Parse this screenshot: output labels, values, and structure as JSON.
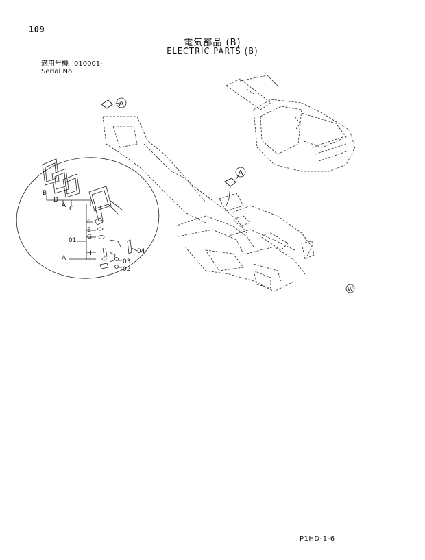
{
  "header": {
    "page_number": "109",
    "title_jp": "電気部品 (B)",
    "title_en": "ELECTRIC PARTS (B)",
    "serial_label_jp": "適用号機",
    "serial_value": "010001-",
    "serial_label_en": "Serial No."
  },
  "callouts": {
    "view_a_top": "A",
    "view_a_mid": "A",
    "w_mark": "W"
  },
  "detail_labels": {
    "b": "B",
    "d": "D",
    "a_upper": "A",
    "c": "C",
    "f": "F",
    "e": "E",
    "g": "G",
    "h": "H",
    "i": "I",
    "a_lower": "A",
    "p01": "01",
    "p02": "02",
    "p03": "03",
    "p04": "04"
  },
  "footer": {
    "code": "P1HD-1-6"
  }
}
